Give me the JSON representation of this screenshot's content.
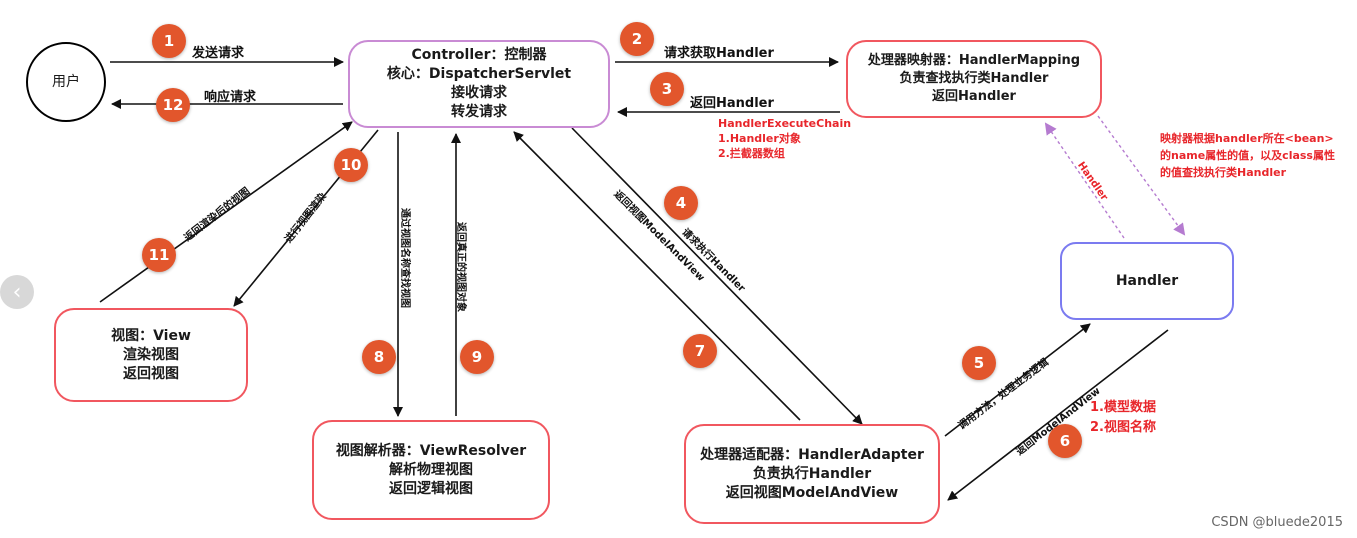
{
  "nodes": {
    "user": "用户",
    "controller": [
      "Controller：控制器",
      "核心：DispatcherServlet",
      "接收请求",
      "转发请求"
    ],
    "handler_mapping": [
      "处理器映射器：HandlerMapping",
      "负责查找执行类Handler",
      "返回Handler"
    ],
    "handler": "Handler",
    "view": [
      "视图：View",
      "渲染视图",
      "返回视图"
    ],
    "view_resolver": [
      "视图解析器：ViewResolver",
      "解析物理视图",
      "返回逻辑视图"
    ],
    "handler_adapter": [
      "处理器适配器：HandlerAdapter",
      "负责执行Handler",
      "返回视图ModelAndView"
    ]
  },
  "badges": [
    "1",
    "2",
    "3",
    "4",
    "5",
    "6",
    "7",
    "8",
    "9",
    "10",
    "11",
    "12"
  ],
  "edge_labels": {
    "e1": "发送请求",
    "e2": "请求获取Handler",
    "e3": "返回Handler",
    "e4": "请求执行Handler",
    "e5": "调用方法，处理业务逻辑",
    "e6": "返回ModelAndView",
    "e7": "返回视图ModelAndView",
    "e8": "通过视图名称查找视图",
    "e9": "返回真正的视图对象",
    "e10": "进行视图渲染",
    "e11": "返回渲染后的视图",
    "e12": "响应请求",
    "handler_dashed": "Handler"
  },
  "notes": {
    "chain": [
      "HandlerExecuteChain",
      "1.Handler对象",
      "2.拦截器数组"
    ],
    "mapping_note": [
      "映射器根据handler所在<bean>",
      "的name属性的值，以及class属性",
      "的值查找执行类Handler"
    ],
    "model_note": [
      "1.模型数据",
      "2.视图名称"
    ]
  },
  "colors": {
    "red_border": "#f1575f",
    "purple_border": "#c98bd4",
    "blue_border": "#7b7bf0",
    "badge": "#e2562c",
    "note_red": "#e8262b"
  },
  "icons": {
    "nav": "chevron-left-icon"
  },
  "watermark": "CSDN @bluede2015"
}
